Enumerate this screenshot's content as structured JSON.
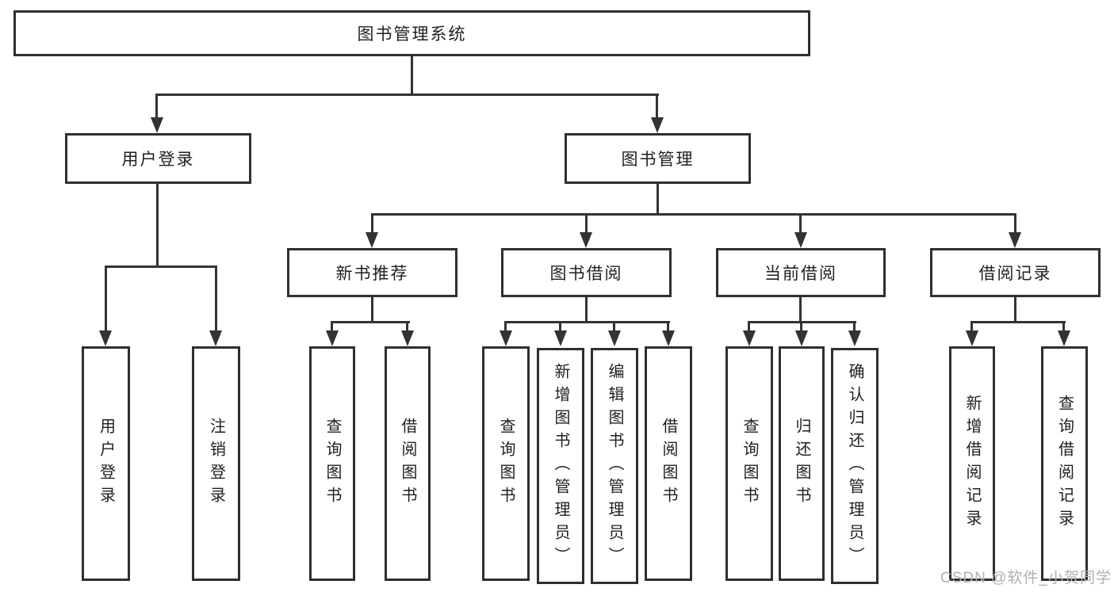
{
  "colors": {
    "background": "#ffffff",
    "line": "#333333",
    "box_border": "#2f2f2f",
    "text": "#1f1f1f",
    "watermark": "#b0b0b0"
  },
  "watermark": {
    "text": "CSDN @软件_小贺同学"
  },
  "tree": {
    "label": "图书管理系统",
    "children": [
      {
        "label": "用户登录",
        "children": [
          {
            "label": "用户登录"
          },
          {
            "label": "注销登录"
          }
        ]
      },
      {
        "label": "图书管理",
        "children": [
          {
            "label": "新书推荐",
            "children": [
              {
                "label": "查询图书"
              },
              {
                "label": "借阅图书"
              }
            ]
          },
          {
            "label": "图书借阅",
            "children": [
              {
                "label": "查询图书"
              },
              {
                "label": "新增图书（管理员）"
              },
              {
                "label": "编辑图书（管理员）"
              },
              {
                "label": "借阅图书"
              }
            ]
          },
          {
            "label": "当前借阅",
            "children": [
              {
                "label": "查询图书"
              },
              {
                "label": "归还图书"
              },
              {
                "label": "确认归还（管理员）"
              }
            ]
          },
          {
            "label": "借阅记录",
            "children": [
              {
                "label": "新增借阅记录"
              },
              {
                "label": "查询借阅记录"
              }
            ]
          }
        ]
      }
    ]
  }
}
